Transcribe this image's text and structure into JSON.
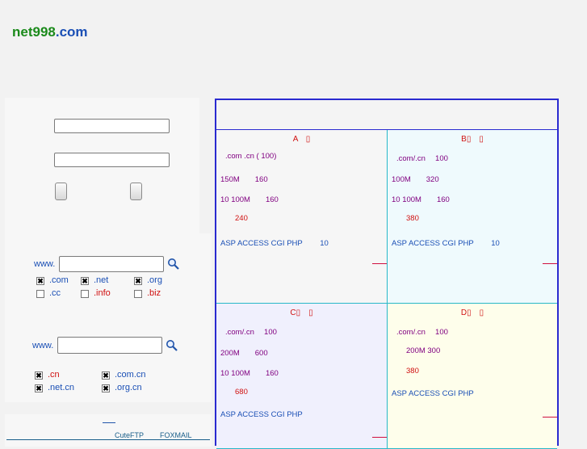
{
  "logo": {
    "part1": "net998",
    "part2": ".com"
  },
  "search1": {
    "www_label": "www.",
    "tlds": [
      {
        "label": ".com",
        "checked": true,
        "color": "#1a4fb5"
      },
      {
        "label": ".net",
        "checked": true,
        "color": "#1a4fb5"
      },
      {
        "label": ".org",
        "checked": true,
        "color": "#1a4fb5"
      },
      {
        "label": ".cc",
        "checked": false,
        "color": "#1a4fb5"
      },
      {
        "label": ".info",
        "checked": false,
        "color": "#d01010"
      },
      {
        "label": ".biz",
        "checked": false,
        "color": "#d01010"
      }
    ]
  },
  "search2": {
    "www_label": "www.",
    "tlds": [
      {
        "label": ".cn",
        "checked": true,
        "color": "#d01010"
      },
      {
        "label": ".com.cn",
        "checked": true,
        "color": "#1a4fb5"
      },
      {
        "label": ".net.cn",
        "checked": true,
        "color": "#1a4fb5"
      },
      {
        "label": ".org.cn",
        "checked": true,
        "color": "#1a4fb5"
      }
    ]
  },
  "links": {
    "cuteftp": "CuteFTP",
    "foxmail": "FOXMAIL"
  },
  "plans": [
    {
      "title": "A　▯",
      "line1": ".com .cn ( 100)",
      "line2": "150M　　160",
      "line3": "10  100M　　160",
      "price": "240",
      "features": "ASP ACCESS CGI PHP　　 10"
    },
    {
      "title": "B▯　▯",
      "line1": ".com/.cn　 100",
      "line2": "100M　　320",
      "line3": "10  100M　　160",
      "price": "380",
      "features": "ASP ACCESS CGI PHP　　 10"
    },
    {
      "title": "C▯　▯",
      "line1": ".com/.cn　 100",
      "line2": "200M　　600",
      "line3": "10  100M　　160",
      "price": "680",
      "features": "ASP ACCESS CGI PHP"
    },
    {
      "title": "D▯　▯",
      "line1": ".com/.cn　 100",
      "line2": "200M  300",
      "line3": "",
      "price": "380",
      "features": "ASP ACCESS CGI PHP"
    }
  ],
  "colors": {
    "plan_border": "#2a2ad0",
    "cell_border": "#28b8c8",
    "price": "#d01010",
    "feature": "#1a4fb5",
    "spec": "#800080"
  }
}
